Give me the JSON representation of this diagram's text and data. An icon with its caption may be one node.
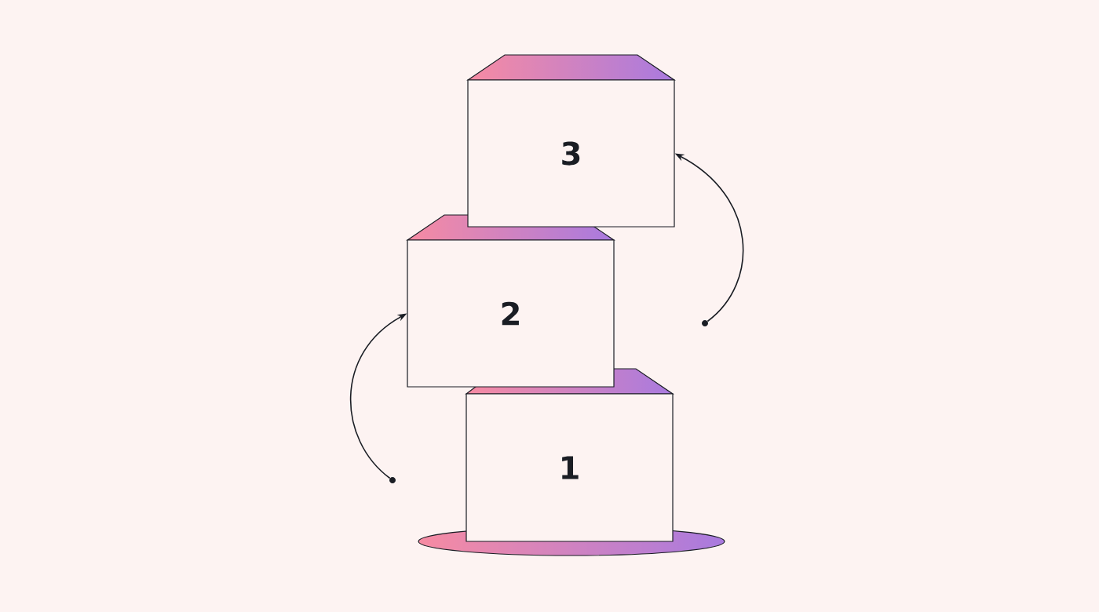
{
  "diagram": {
    "nodes": [
      {
        "text": [
          "1"
        ]
      },
      {
        "text": [
          "2"
        ]
      },
      {
        "text": [
          "3"
        ]
      },
      {
        "text": [],
        "shape": "circle"
      },
      {
        "text": [],
        "shape": "circle"
      }
    ],
    "edges": [
      {
        "from": 3,
        "to": 1,
        "arrow": "to"
      },
      {
        "from": 4,
        "to": 2,
        "arrow": "to"
      }
    ]
  }
}
